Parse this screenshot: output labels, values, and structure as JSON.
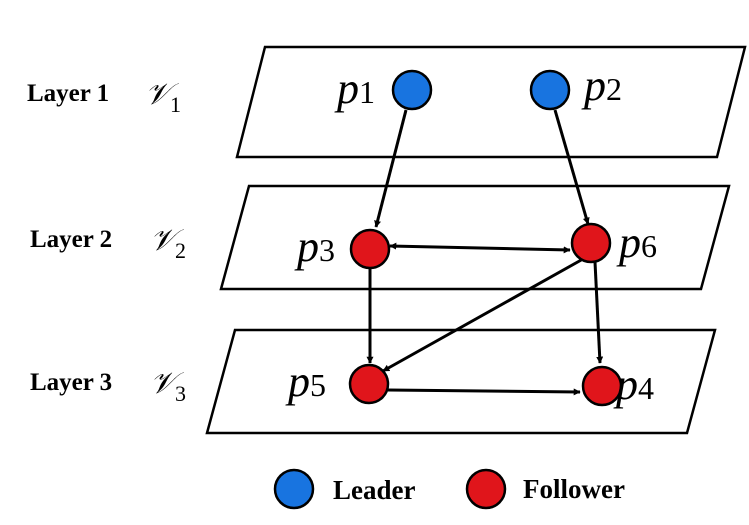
{
  "layers": [
    {
      "label": "Layer 1",
      "symbol": "𝒱",
      "sub": "1"
    },
    {
      "label": "Layer 2",
      "symbol": "𝒱",
      "sub": "2"
    },
    {
      "label": "Layer 3",
      "symbol": "𝒱",
      "sub": "3"
    }
  ],
  "nodes": {
    "p1": {
      "name": "p",
      "sub": "1",
      "role": "leader"
    },
    "p2": {
      "name": "p",
      "sub": "2",
      "role": "leader"
    },
    "p3": {
      "name": "p",
      "sub": "3",
      "role": "follower"
    },
    "p4": {
      "name": "p",
      "sub": "4",
      "role": "follower"
    },
    "p5": {
      "name": "p",
      "sub": "5",
      "role": "follower"
    },
    "p6": {
      "name": "p",
      "sub": "6",
      "role": "follower"
    }
  },
  "edges": [
    {
      "from": "p1",
      "to": "p3",
      "direction": "forward"
    },
    {
      "from": "p2",
      "to": "p6",
      "direction": "forward"
    },
    {
      "from": "p3",
      "to": "p6",
      "direction": "both"
    },
    {
      "from": "p3",
      "to": "p5",
      "direction": "forward"
    },
    {
      "from": "p6",
      "to": "p5",
      "direction": "forward"
    },
    {
      "from": "p6",
      "to": "p4",
      "direction": "forward"
    },
    {
      "from": "p5",
      "to": "p4",
      "direction": "forward"
    }
  ],
  "legend": {
    "leader": {
      "label": "Leader",
      "color": "#1874e0"
    },
    "follower": {
      "label": "Follower",
      "color": "#e0151b"
    }
  },
  "colors": {
    "leader": "#1874e0",
    "follower": "#e0151b",
    "stroke": "#000000"
  }
}
